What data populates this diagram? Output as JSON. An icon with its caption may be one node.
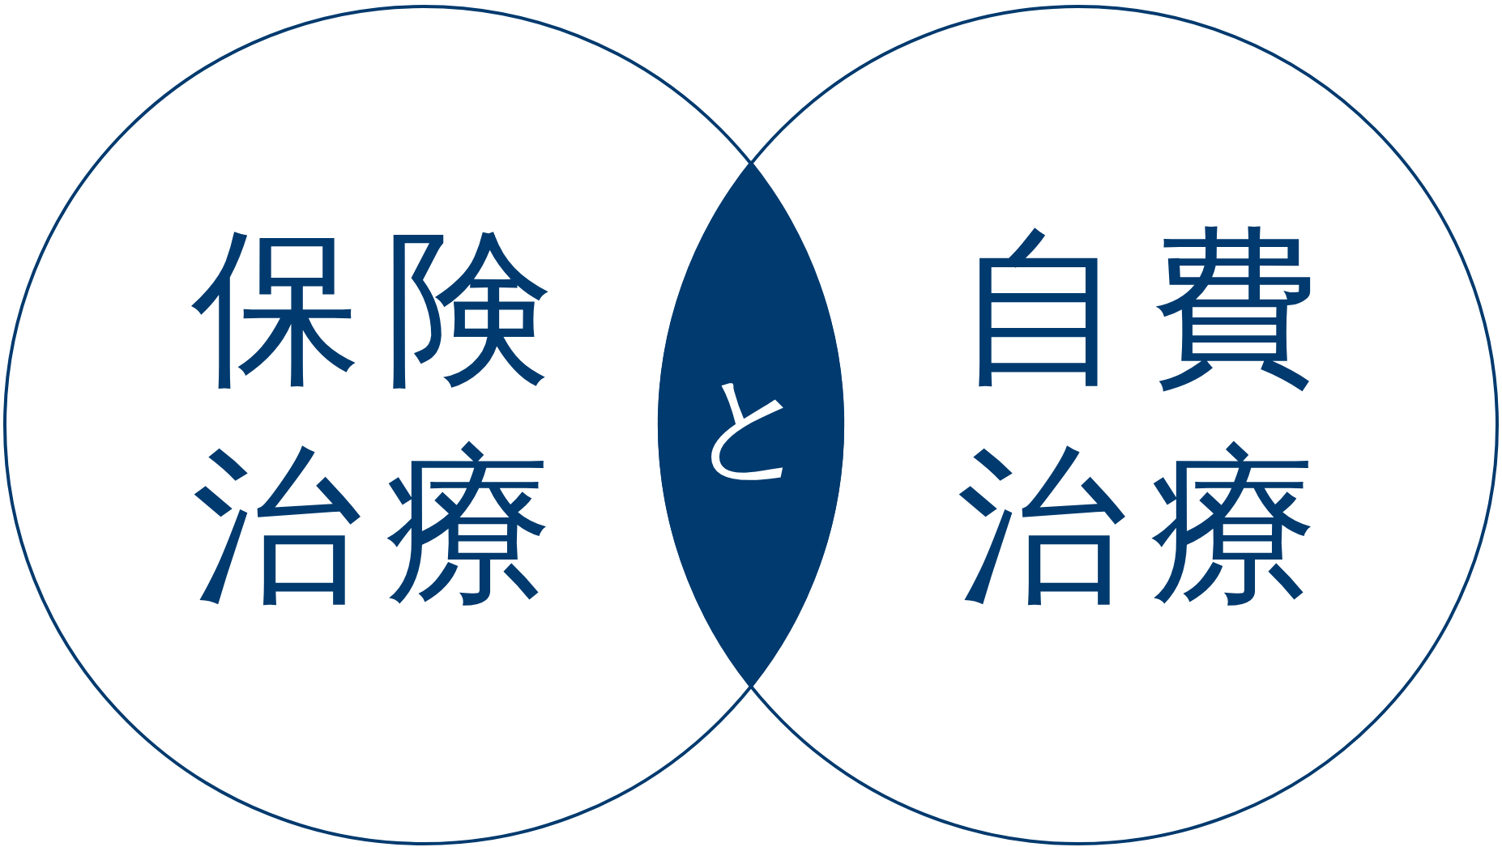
{
  "diagram": {
    "nodes": [
      {
        "text": [
          "保険治療"
        ]
      },
      {
        "text": [
          "自費治療"
        ]
      },
      {
        "text": [
          "と"
        ]
      }
    ]
  }
}
